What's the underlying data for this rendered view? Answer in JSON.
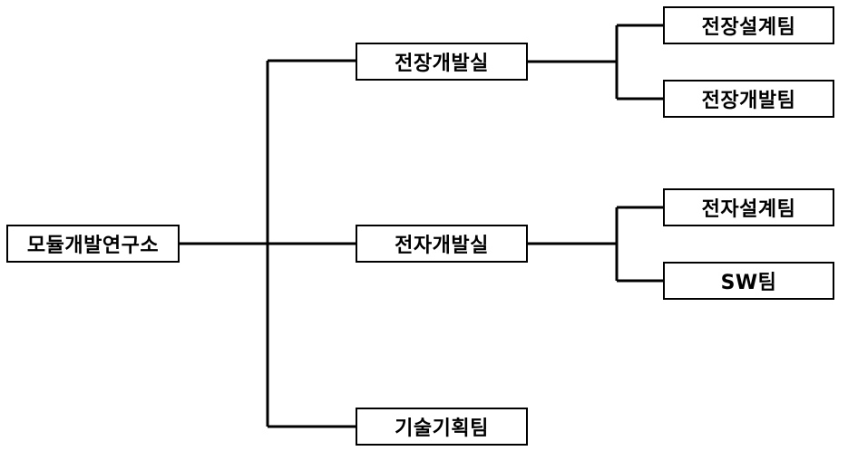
{
  "org": {
    "root": "모듈개발연구소",
    "divisions": [
      {
        "name": "전장개발실",
        "teams": [
          "전장설계팀",
          "전장개발팀"
        ]
      },
      {
        "name": "전자개발실",
        "teams": [
          "전자설계팀",
          "SW팀"
        ]
      },
      {
        "name": "기술기획팀",
        "teams": []
      }
    ]
  },
  "colors": {
    "line": "#000000",
    "box_border": "#000000",
    "box_fill": "#ffffff"
  }
}
